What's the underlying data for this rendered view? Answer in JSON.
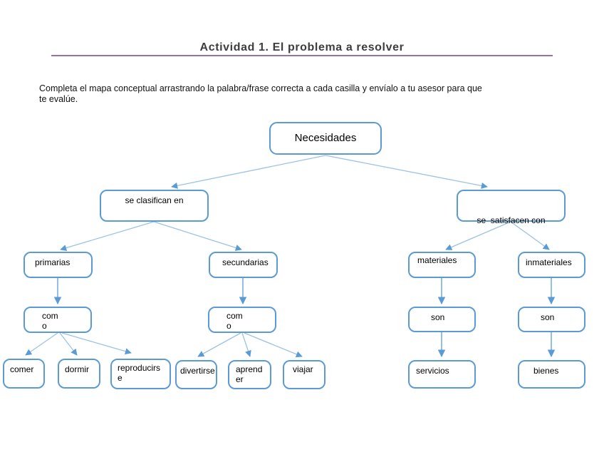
{
  "header": {
    "title": "Actividad 1. El problema a resolver"
  },
  "instructions": {
    "text": "Completa el mapa conceptual arrastrando la palabra/frase correcta a cada casilla y envíalo a tu asesor para que te evalúe."
  },
  "colors": {
    "node_border_blue": "#5B9BD5",
    "connector_light_blue": "#9CC2E5",
    "connector_blue": "#6FA8DC",
    "title_underline_purple": "#9673A6",
    "title_gray": "#3D3D3D"
  },
  "nodes": {
    "necesidades": "Necesidades",
    "clasifican": "se clasifican en",
    "satisfacen": "se  satisfacen con",
    "primarias": "primarias",
    "secundarias": "secundarias",
    "materiales": "materiales",
    "inmateriales": "inmateriales",
    "como1": "como",
    "como2": "como",
    "son1": "son",
    "son2": "son",
    "comer": "comer",
    "dormir": "dormir",
    "reproducirse": "reproducirse",
    "divertirse": "divertirse",
    "aprender": "aprender",
    "viajar": "viajar",
    "servicios": "servicios",
    "bienes": "bienes"
  }
}
